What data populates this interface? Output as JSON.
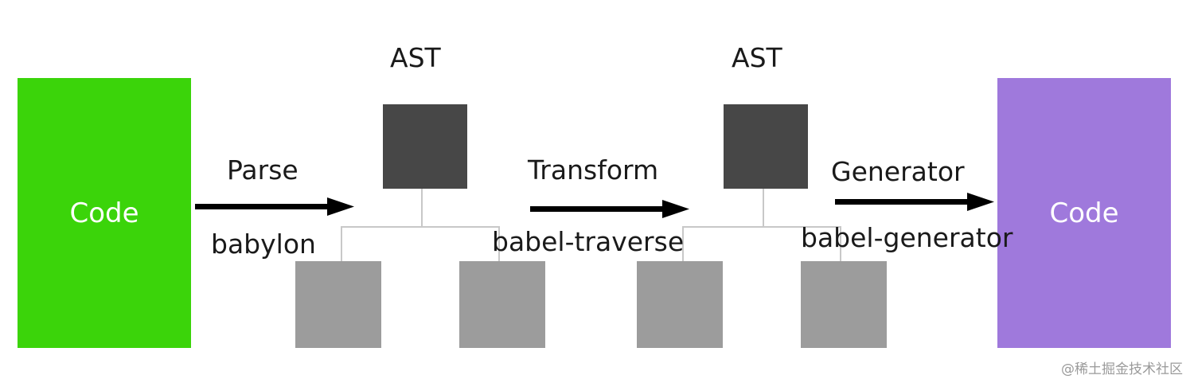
{
  "colors": {
    "code_input": "#3bd40a",
    "code_output": "#9f79dc",
    "ast_root": "#474747",
    "ast_child": "#9c9c9c",
    "connector": "#c8c8c8",
    "arrow": "#000000"
  },
  "source": {
    "label": "Code"
  },
  "output": {
    "label": "Code"
  },
  "ast_left": {
    "title": "AST"
  },
  "ast_right": {
    "title": "AST"
  },
  "steps": {
    "parse": {
      "name": "Parse",
      "tool": "babylon"
    },
    "transform": {
      "name": "Transform",
      "tool": "babel-traverse"
    },
    "generate": {
      "name": "Generator",
      "tool": "babel-generator"
    }
  },
  "watermark": "@稀土掘金技术社区"
}
